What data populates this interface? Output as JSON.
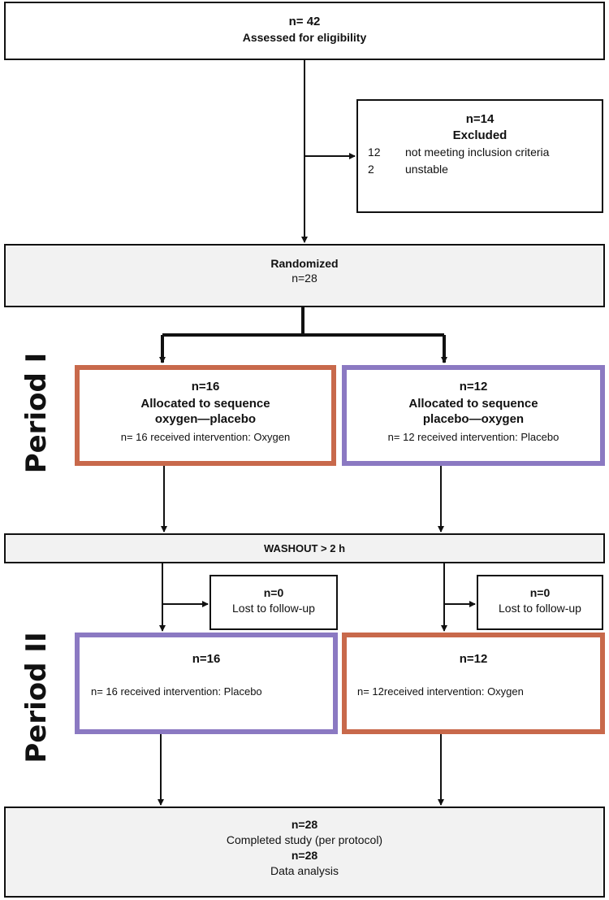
{
  "assessed": {
    "n": "n= 42",
    "label": "Assessed for eligibility"
  },
  "excluded": {
    "n": "n=14",
    "label": "Excluded",
    "rows": [
      {
        "count": "12",
        "reason": "not meeting inclusion criteria"
      },
      {
        "count": "2",
        "reason": "unstable"
      }
    ]
  },
  "randomized": {
    "label": "Randomized",
    "n": "n=28"
  },
  "period1": {
    "label": "Period I",
    "left": {
      "n": "n=16",
      "title": "Allocated to sequence",
      "sequence": "oxygen—placebo",
      "received": "n= 16 received intervention: Oxygen",
      "border_color": "#c8694b"
    },
    "right": {
      "n": "n=12",
      "title": "Allocated to sequence",
      "sequence": "placebo—oxygen",
      "received": "n= 12 received intervention: Placebo",
      "border_color": "#8b79c2"
    }
  },
  "washout": {
    "label": "WASHOUT > 2 h"
  },
  "lost_left": {
    "n": "n=0",
    "label": "Lost to follow-up"
  },
  "lost_right": {
    "n": "n=0",
    "label": "Lost to follow-up"
  },
  "period2": {
    "label": "Period II",
    "left": {
      "n": "n=16",
      "received": "n= 16 received intervention: Placebo",
      "border_color": "#8b79c2"
    },
    "right": {
      "n": "n=12",
      "received": "n= 12received intervention: Oxygen",
      "border_color": "#c8694b"
    }
  },
  "final": {
    "n1": "n=28",
    "completed": "Completed study (per protocol)",
    "n2": "n=28",
    "analysis": "Data analysis"
  }
}
